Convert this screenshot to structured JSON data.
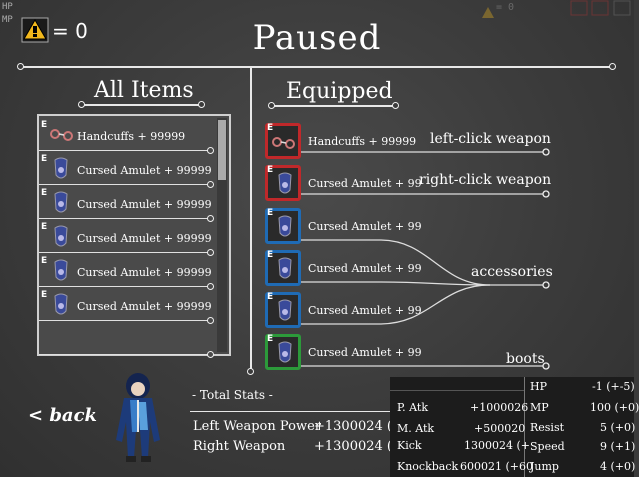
{
  "hud": {
    "coin_count": "= 0",
    "hp": "HP",
    "mp": "MP",
    "faded_count": "= 0"
  },
  "title": "Paused",
  "all_items": {
    "header": "All Items",
    "items": [
      {
        "badge": "E",
        "name": "Handcuffs + 99999",
        "icon": "handcuffs-icon"
      },
      {
        "badge": "E",
        "name": "Cursed Amulet + 99999",
        "icon": "amulet-icon"
      },
      {
        "badge": "E",
        "name": "Cursed Amulet + 99999",
        "icon": "amulet-icon"
      },
      {
        "badge": "E",
        "name": "Cursed Amulet + 99999",
        "icon": "amulet-icon"
      },
      {
        "badge": "E",
        "name": "Cursed Amulet + 99999",
        "icon": "amulet-icon"
      },
      {
        "badge": "E",
        "name": "Cursed Amulet + 99999",
        "icon": "amulet-icon"
      }
    ]
  },
  "equipped": {
    "header": "Equipped",
    "slots": [
      {
        "badge": "E",
        "name": "Handcuffs + 99999",
        "color": "#c0282a"
      },
      {
        "badge": "E",
        "name": "Cursed Amulet + 99",
        "color": "#c0282a"
      },
      {
        "badge": "E",
        "name": "Cursed Amulet + 99",
        "color": "#1f6bb5"
      },
      {
        "badge": "E",
        "name": "Cursed Amulet + 99",
        "color": "#1f6bb5"
      },
      {
        "badge": "E",
        "name": "Cursed Amulet + 99",
        "color": "#1f6bb5"
      },
      {
        "badge": "E",
        "name": "Cursed Amulet + 99",
        "color": "#2c9a3a"
      }
    ],
    "categories": {
      "left_click": "left-click weapon",
      "right_click": "right-click weapon",
      "accessories": "accessories",
      "boots": "boots"
    }
  },
  "back_label": "< back",
  "total_stats": {
    "header": "- Total Stats -",
    "left_weapon_label": "Left Weapon Power",
    "left_weapon_value": "+1300024 (",
    "right_weapon_label": "Right Weapon",
    "right_weapon_value": "+1300024 ("
  },
  "stats_panel": {
    "left": [
      {
        "label": "P. Atk",
        "value": "+1000026"
      },
      {
        "label": "M. Atk",
        "value": "+500020"
      },
      {
        "label": "Kick",
        "value": "1300024 (+"
      },
      {
        "label": "Knockback",
        "value": "600021 (+60"
      }
    ],
    "right": [
      {
        "label": "HP",
        "value": "-1 (+-5)"
      },
      {
        "label": "MP",
        "value": "100 (+0)"
      },
      {
        "label": "Resist",
        "value": "5 (+0)"
      },
      {
        "label": "Speed",
        "value": "9 (+1)"
      },
      {
        "label": "Jump",
        "value": "4 (+0)"
      }
    ]
  }
}
